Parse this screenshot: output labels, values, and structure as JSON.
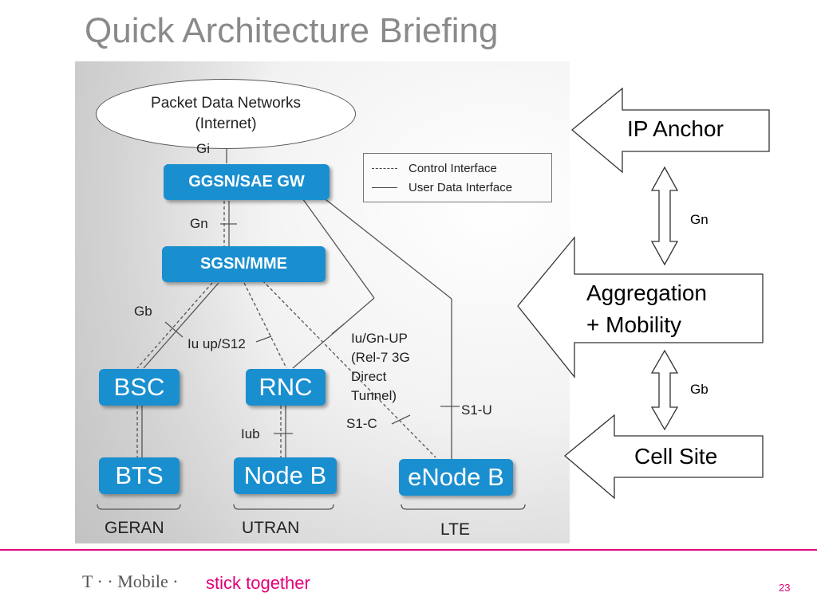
{
  "slide": {
    "title": "Quick Architecture Briefing",
    "page_number": "23"
  },
  "diagram": {
    "pdn_line1": "Packet Data Networks",
    "pdn_line2": "(Internet)",
    "nodes": {
      "ggsn": "GGSN/SAE GW",
      "sgsn": "SGSN/MME",
      "bsc": "BSC",
      "rnc": "RNC",
      "bts": "BTS",
      "nodeb": "Node B",
      "enodeb": "eNode B"
    },
    "interfaces": {
      "gi": "Gi",
      "gn": "Gn",
      "gb": "Gb",
      "iu_up": "Iu up/S12",
      "iu_gn_up_1": "Iu/Gn-UP",
      "iu_gn_up_2": "(Rel-7 3G",
      "iu_gn_up_3": "Direct",
      "iu_gn_up_4": "Tunnel)",
      "s1c": "S1-C",
      "s1u": "S1-U",
      "iub": "Iub"
    },
    "groups": {
      "geran": "GERAN",
      "utran": "UTRAN",
      "lte": "LTE"
    },
    "legend": {
      "control": "Control Interface",
      "user": "User Data Interface"
    }
  },
  "right_panel": {
    "ip_anchor": "IP Anchor",
    "gn": "Gn",
    "aggregation_line1": "Aggregation",
    "aggregation_line2": "+ Mobility",
    "gb": "Gb",
    "cell_site": "Cell Site"
  },
  "footer": {
    "brand": "T · · Mobile ·",
    "tagline": "stick together",
    "accent_color": "#e2007a"
  },
  "colors": {
    "node_blue": "#1a8fd0",
    "title_gray": "#8a8a8a"
  }
}
